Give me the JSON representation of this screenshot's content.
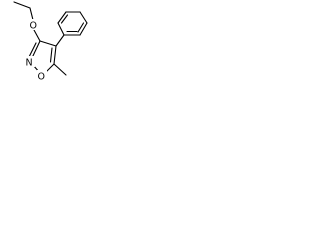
{
  "molecule": {
    "atoms": {
      "ether_oxygen": "O",
      "ring_oxygen": "O",
      "ring_nitrogen": "N"
    }
  }
}
